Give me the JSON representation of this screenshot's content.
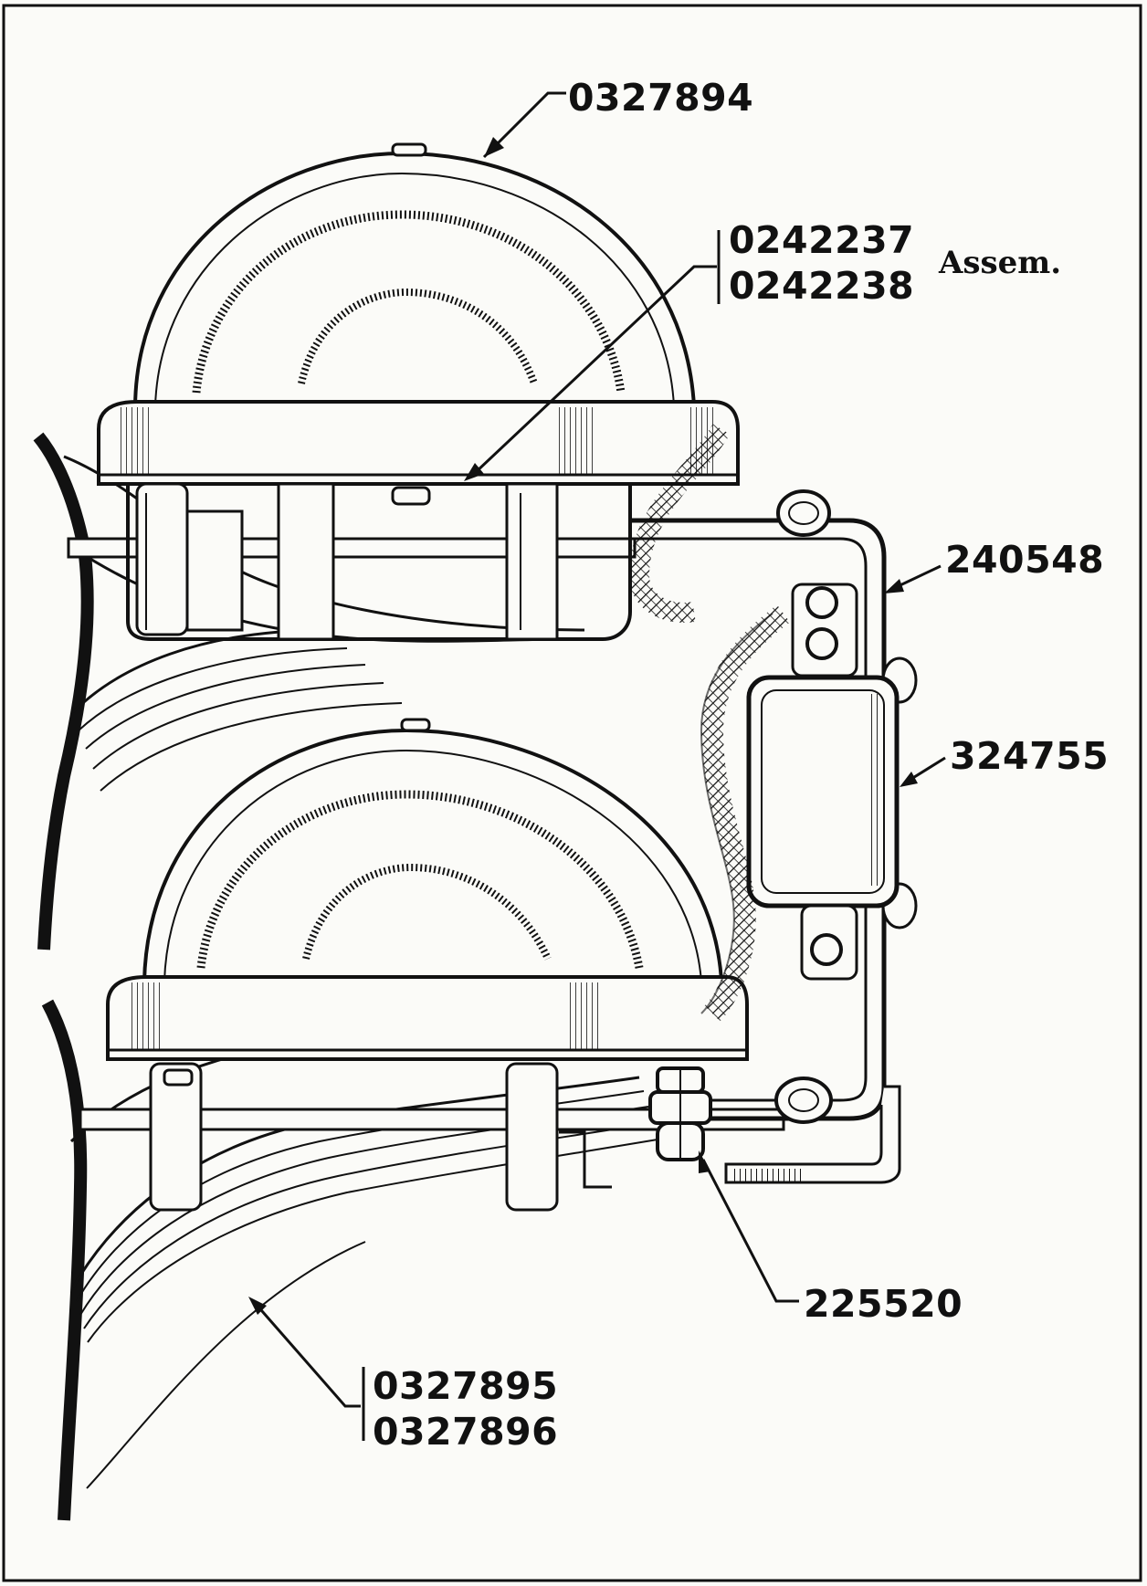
{
  "diagram": {
    "part_labels": {
      "upper_horn_projector": "0327894",
      "upper_horn_power_unit_a": "0242237",
      "upper_horn_power_unit_b": "0242238",
      "assembly_note": "Assem.",
      "mounting_bracket": "240548",
      "relay": "324755",
      "bracket_bolt": "225520",
      "lower_horn_projector_a": "0327895",
      "lower_horn_projector_b": "0327896"
    },
    "colors": {
      "ink": "#111111",
      "paper": "#fbfbf8"
    }
  }
}
